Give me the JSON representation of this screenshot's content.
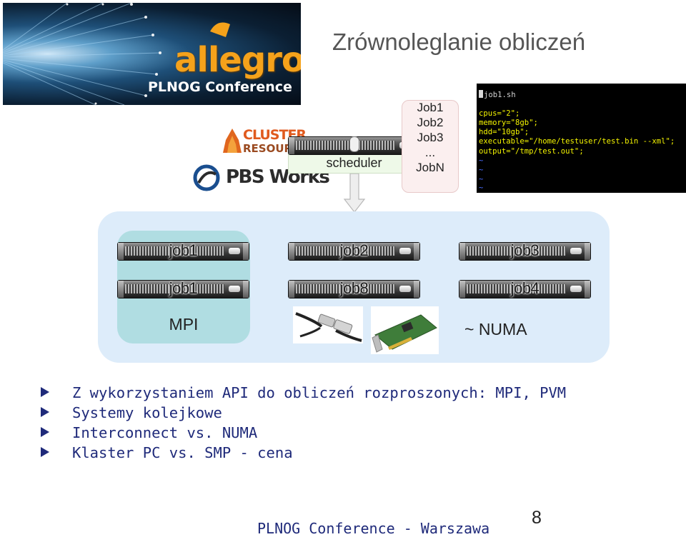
{
  "banner": {
    "brand": "allegro",
    "subtitle": "PLNOG Conference"
  },
  "title": "Zrównoleglanie obliczeń",
  "logos": {
    "cluster_line1": "CLUSTER",
    "cluster_line2": "RESOUR",
    "pbs": "PBS Works"
  },
  "scheduler": {
    "label": "scheduler"
  },
  "job_queue": [
    "Job1",
    "Job2",
    "Job3",
    "...",
    "JobN"
  ],
  "terminal": {
    "filename": "job1.sh",
    "lines": [
      "cpus=\"2\";",
      "memory=\"8gb\";",
      "hdd=\"10gb\";",
      "executable=\"/home/testuser/test.bin --xml\";",
      "output=\"/tmp/test.out\";"
    ],
    "tildes": [
      "~",
      "~",
      "~",
      "~"
    ]
  },
  "cluster": {
    "servers": {
      "r1c1": "job1",
      "r1c2": "job2",
      "r1c3": "job3",
      "r2c1": "job1",
      "r2c2": "job8",
      "r2c3": "job4"
    },
    "mpi_label": "MPI",
    "numa_label": "~ NUMA"
  },
  "bullets": [
    "Z wykorzystaniem API do obliczeń rozproszonych: MPI, PVM",
    "Systemy kolejkowe",
    "Interconnect vs. NUMA",
    "Klaster PC vs. SMP - cena"
  ],
  "footer": "PLNOG Conference - Warszawa",
  "page_number": "8",
  "colors": {
    "brand_orange": "#f5a21b",
    "bullet_blue": "#1f2a7a",
    "cluster_bg": "#ddecfa",
    "mpi_bg": "#b0dde2",
    "terminal_text": "#f4f400"
  }
}
